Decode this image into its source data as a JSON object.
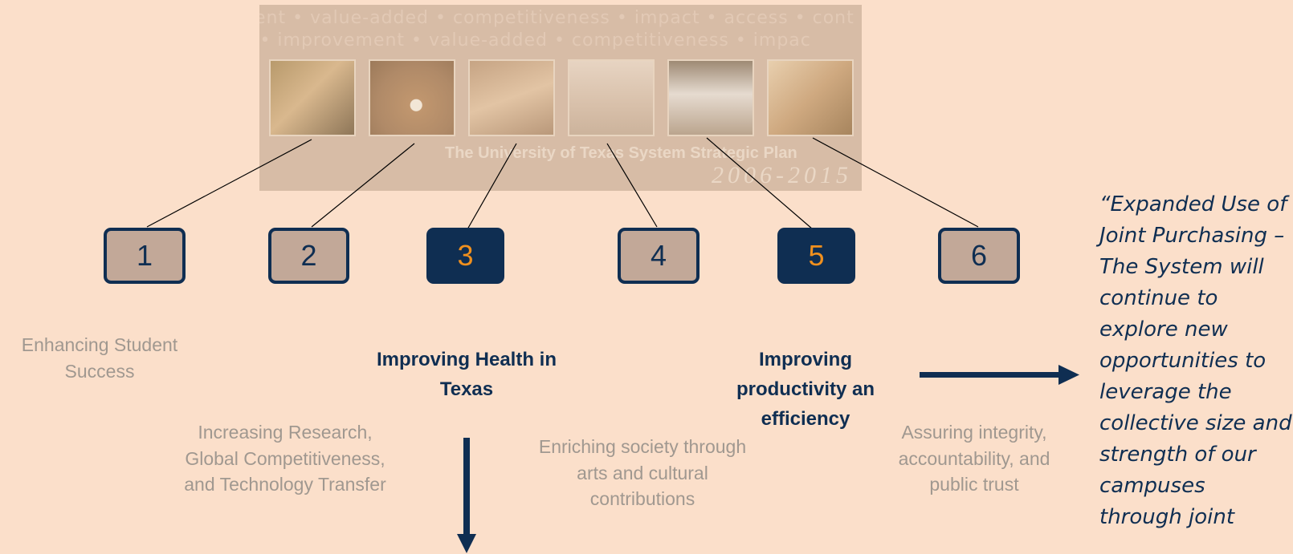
{
  "banner": {
    "ticker_line1": "ent • value-added • competitiveness • impact • access • cont",
    "ticker_line2": "s • improvement • value-added • competitiveness • impac",
    "plan_title": "The University of Texas System Strategic Plan",
    "plan_years": "2006-2015"
  },
  "boxes": [
    {
      "number": "1"
    },
    {
      "number": "2"
    },
    {
      "number": "3"
    },
    {
      "number": "4"
    },
    {
      "number": "5"
    },
    {
      "number": "6"
    }
  ],
  "labels": {
    "l1": "Enhancing Student Success",
    "l2": "Increasing Research, Global Competitiveness, and Technology Transfer",
    "l3": "Improving Health in Texas",
    "l4": "Enriching society through arts and cultural contributions",
    "l5": "Improving productivity an efficiency",
    "l6": "Assuring integrity, accountability, and public trust"
  },
  "quote": "“Expanded Use of Joint Purchasing – The System will continue to explore new opportunities to leverage the collective size and strength of our campuses through joint",
  "colors": {
    "background": "#fbdfca",
    "navy": "#0f2e52",
    "orange": "#f0901e",
    "box_fill": "#c2a898",
    "muted_text": "#a09890"
  }
}
